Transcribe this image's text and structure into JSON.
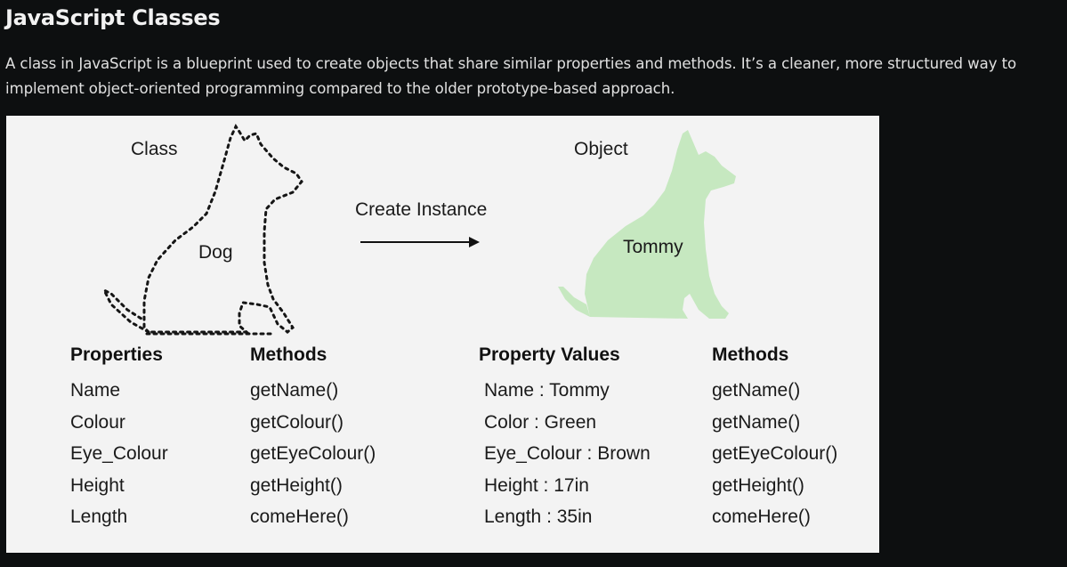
{
  "page": {
    "title": "JavaScript Classes",
    "intro": "A class in JavaScript is a blueprint used to create objects that share similar properties and methods. It’s a cleaner, more structured way to implement object-oriented programming compared to the older prototype-based approach."
  },
  "figure": {
    "class_label": "Class",
    "class_name": "Dog",
    "arrow_label": "Create Instance",
    "object_label": "Object",
    "object_name": "Tommy",
    "object_color": "#c6e8c0",
    "class_table": {
      "properties_header": "Properties",
      "methods_header": "Methods",
      "properties": [
        "Name",
        "Colour",
        "Eye_Colour",
        "Height",
        "Length"
      ],
      "methods": [
        "getName()",
        "getColour()",
        "getEyeColour()",
        "getHeight()",
        "comeHere()"
      ]
    },
    "object_table": {
      "values_header": "Property Values",
      "methods_header": "Methods",
      "values": [
        "Name : Tommy",
        "Color : Green",
        "Eye_Colour : Brown",
        "Height : 17in",
        "Length  : 35in"
      ],
      "methods": [
        "getName()",
        "getName()",
        "getEyeColour()",
        "getHeight()",
        "comeHere()"
      ]
    }
  }
}
